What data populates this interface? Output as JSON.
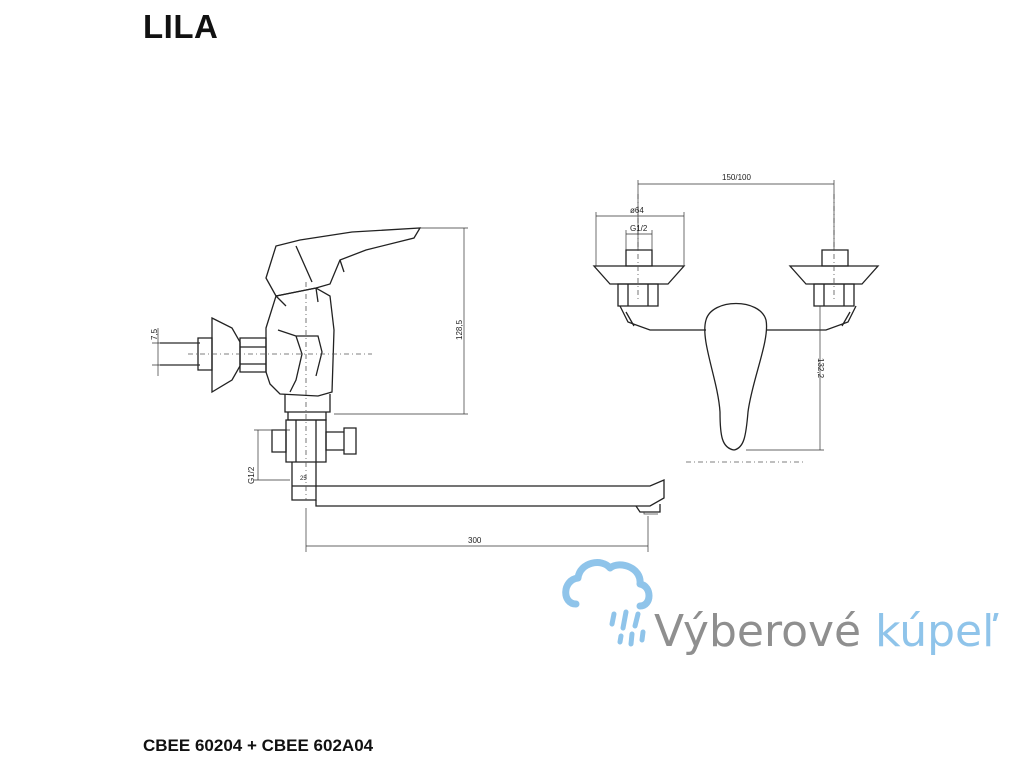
{
  "header": {
    "title": "LILA"
  },
  "footer": {
    "model_codes": "CBEE 60204 + CBEE 602A04"
  },
  "logo": {
    "word1": "Výberové",
    "word2": "kúpeľ",
    "gray_color": "#8f8f8f",
    "blue_color": "#8fc4ea",
    "icon": "shower-cloud-icon"
  },
  "dimensions": {
    "side_view": {
      "height": "128,5",
      "wall_offset": "7,5",
      "thread": "G1/2",
      "spout_length": "300",
      "small_mark": "25"
    },
    "front_view": {
      "spacing": "150/100",
      "flange_diameter": "ø64",
      "thread": "G1/2",
      "height": "132,2"
    }
  }
}
